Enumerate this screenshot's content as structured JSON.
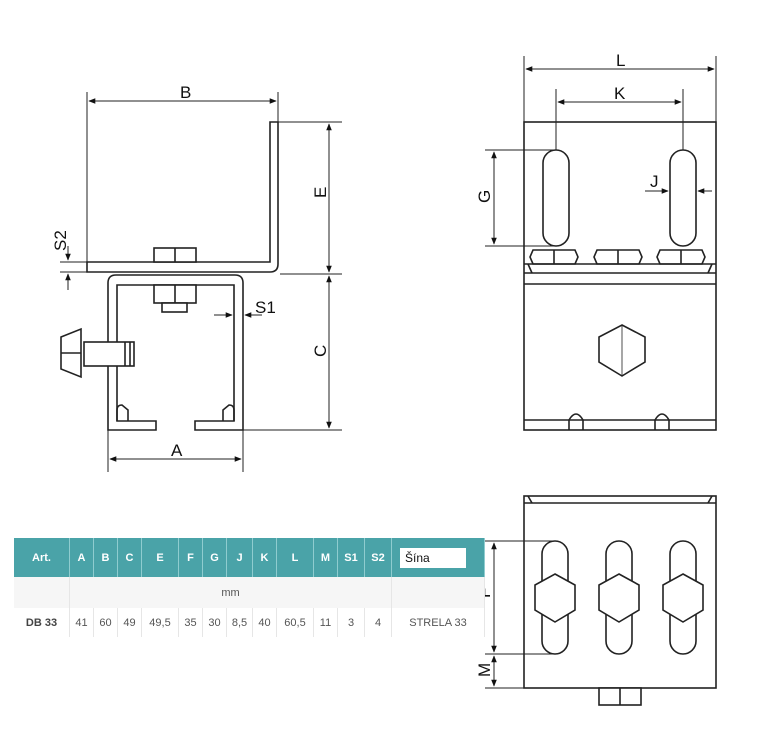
{
  "drawing": {
    "dimension_labels": {
      "a": "A",
      "b": "B",
      "c": "C",
      "e": "E",
      "f": "F",
      "g": "G",
      "j": "J",
      "k": "K",
      "l": "L",
      "m": "M",
      "s1": "S1",
      "s2": "S2"
    }
  },
  "table": {
    "headers": [
      "Art.",
      "A",
      "B",
      "C",
      "E",
      "F",
      "G",
      "J",
      "K",
      "L",
      "M",
      "S1",
      "S2"
    ],
    "rail_header": "Šína",
    "unit": "mm",
    "row": {
      "art": "DB 33",
      "values": [
        "41",
        "60",
        "49",
        "49,5",
        "35",
        "30",
        "8,5",
        "40",
        "60,5",
        "11",
        "3",
        "4"
      ],
      "rail": "STRELA 33"
    }
  }
}
